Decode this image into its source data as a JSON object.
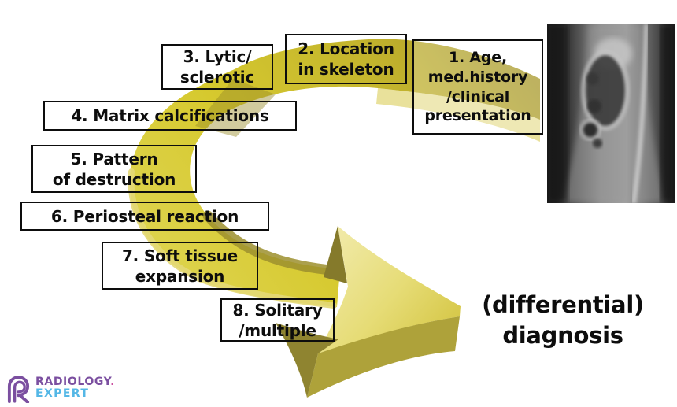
{
  "steps": [
    {
      "num": 1,
      "label": "1. Age,\nmed.history\n/clinical\npresentation"
    },
    {
      "num": 2,
      "label": "2. Location\nin skeleton"
    },
    {
      "num": 3,
      "label": "3. Lytic/\nsclerotic"
    },
    {
      "num": 4,
      "label": "4. Matrix calcifications"
    },
    {
      "num": 5,
      "label": "5. Pattern\nof destruction"
    },
    {
      "num": 6,
      "label": "6. Periosteal reaction"
    },
    {
      "num": 7,
      "label": "7. Soft tissue\nexpansion"
    },
    {
      "num": 8,
      "label": "8. Solitary\n/multiple"
    }
  ],
  "result_label": "(differential)\ndiagnosis",
  "logo": {
    "brand": "RADIOLOGY",
    "brand_dot": ".",
    "brand_sub": "EXPERT"
  },
  "colors": {
    "arrow_mustard": "#a2932a",
    "arrow_yellow": "#d6c92e",
    "arrow_pale": "#e9e19b",
    "arrow_dark_olive": "#857a2b",
    "box_border": "#0d0d0d",
    "logo_purple": "#7b4fa0",
    "logo_pink": "#cb4f9f",
    "logo_blue": "#54b7e6"
  },
  "xray": {
    "name": "bone-radiograph-with-lytic-lesion"
  }
}
